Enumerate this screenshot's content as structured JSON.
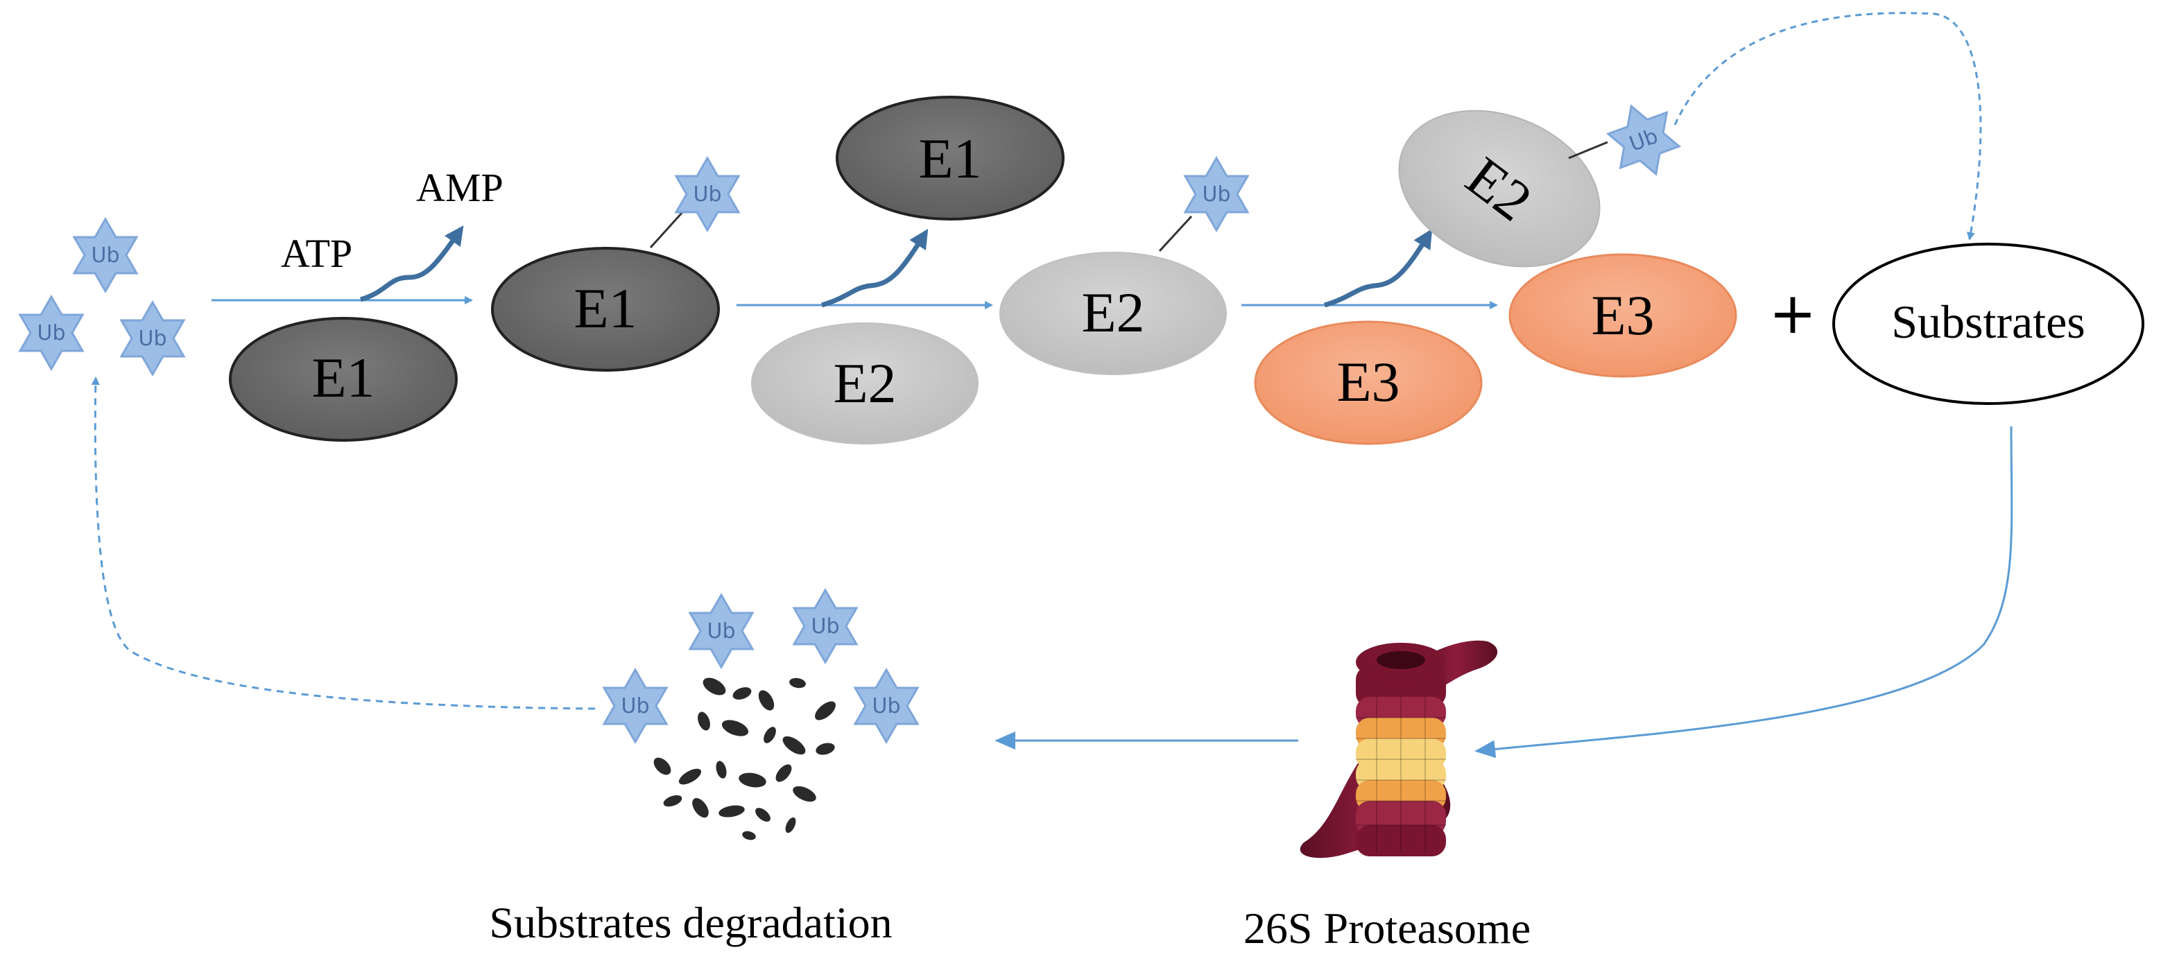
{
  "labels": {
    "ub": "Ub",
    "atp": "ATP",
    "amp": "AMP",
    "e1": "E1",
    "e2": "E2",
    "e3": "E3",
    "plus": "+",
    "substrates": "Substrates",
    "substrates_degradation": "Substrates degradation",
    "proteasome": "26S Proteasome"
  },
  "colors": {
    "e1_fill": "#6b6b6b",
    "e2_fill": "#c8c8c8",
    "e3_fill": "#f4a27e",
    "e3_stroke": "#e98a5c",
    "ub_fill": "#9cbde6",
    "ub_stroke": "#7ea6da",
    "arrow": "#5b9bd5",
    "curve_arrow": "#3f6f9f",
    "proteasome_dark": "#7a1530",
    "proteasome_orange": "#f0a24a",
    "proteasome_yellow": "#f6d27a"
  },
  "icons": {
    "ubiquitin": "six-pointed-star-icon",
    "proteasome": "proteasome-barrel-icon",
    "degraded_peptides": "peptide-fragments-icon"
  }
}
